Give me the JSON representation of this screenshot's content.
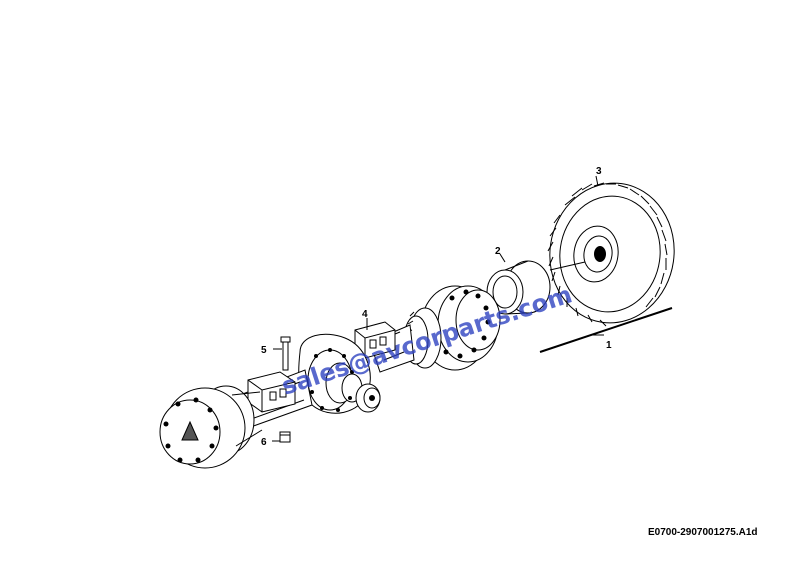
{
  "diagram": {
    "callouts": {
      "c1": "1",
      "c2": "2",
      "c3": "3",
      "c4": "4",
      "c5": "5",
      "c6": "6"
    },
    "reference_code": "E0700-2907001275.A1d",
    "watermark": "sales@avcorparts.com"
  },
  "colors": {
    "line": "#000000",
    "background": "#ffffff",
    "watermark": "#2a3fbf"
  }
}
